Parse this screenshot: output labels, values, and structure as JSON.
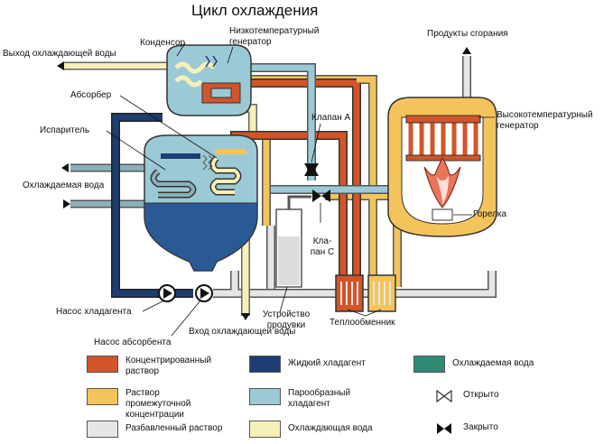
{
  "title": "Цикл охлаждения",
  "labels": {
    "cooling_water_out": "Выход охлаждающей воды",
    "condenser": "Конденсор",
    "low_temp_generator": "Низкотемпературный генератор",
    "combustion_products": "Продукты сгорания",
    "absorber": "Абсорбер",
    "valve_a": "Клапан A",
    "high_temp_generator": "Высокотемпературный генератор",
    "evaporator": "Испаритель",
    "chilled_water": "Охлаждаемая вода",
    "burner": "Горелка",
    "valve_c": "Кла- пан C",
    "refrigerant_pump": "Насос хладагента",
    "purge_device": "Устройство продувки",
    "heat_exchanger": "Теплообменник",
    "absorbent_pump": "Насос абсорбента",
    "cooling_water_in": "Вход охлаждающей воды"
  },
  "legend": [
    {
      "label": "Концентрированный раствор",
      "color": "#d2542a",
      "swatch": "solid"
    },
    {
      "label": "Жидкий хладагент",
      "color": "#1e3d73",
      "swatch": "solid"
    },
    {
      "label": "Охлаждаемая вода",
      "color": "#2e8a73",
      "swatch": "solid"
    },
    {
      "label": "Раствор промежуточной концентрации",
      "color": "#f4c45c",
      "swatch": "solid"
    },
    {
      "label": "Парообразный хладагент",
      "color": "#9cc9d6",
      "swatch": "solid"
    },
    {
      "label": "Открыто",
      "color": "#333333",
      "swatch": "valve-open"
    },
    {
      "label": "Разбавленный раствор",
      "color": "#e6e6e6",
      "swatch": "solid"
    },
    {
      "label": "Охлаждающая вода",
      "color": "#f7f0b8",
      "swatch": "solid"
    },
    {
      "label": "Закрыто",
      "color": "#111111",
      "swatch": "valve-closed"
    }
  ],
  "colors": {
    "concentrated": "#d2542a",
    "liquid_refrigerant": "#1e3d73",
    "chilled_water": "#2e8a73",
    "intermediate": "#f4c45c",
    "vapor_refrigerant": "#9cc9d6",
    "dilute": "#e6e6e6",
    "cooling_water": "#f7f0b8"
  },
  "icons": [
    "flame-icon",
    "pump-icon",
    "valve-icon",
    "arrow-icon"
  ]
}
